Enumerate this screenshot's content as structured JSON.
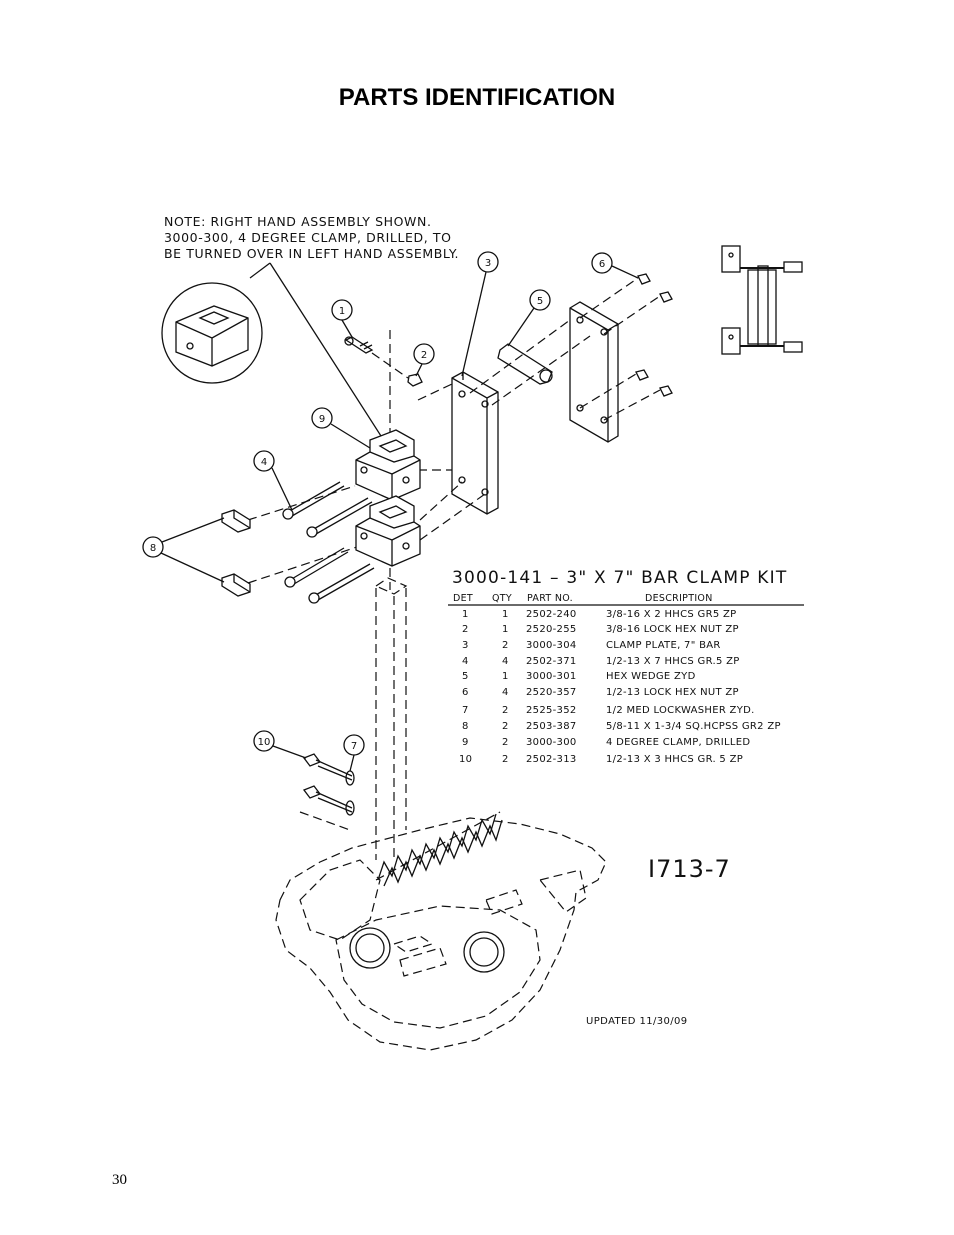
{
  "page": {
    "title": "PARTS IDENTIFICATION",
    "number": "30"
  },
  "drawing": {
    "note_lines": [
      "NOTE: RIGHT HAND ASSEMBLY SHOWN.",
      "3000-300, 4 DEGREE CLAMP, DRILLED, TO",
      "BE TURNED OVER IN LEFT HAND ASSEMBLY."
    ],
    "callouts": [
      "1",
      "2",
      "3",
      "4",
      "5",
      "6",
      "7",
      "8",
      "9",
      "10"
    ],
    "reference": "I713-7",
    "updated": "UPDATED 11/30/09"
  },
  "kit": {
    "title": "3000-141 – 3\" X 7\" BAR CLAMP KIT",
    "headers": [
      "DET",
      "QTY",
      "PART NO.",
      "DESCRIPTION"
    ],
    "rows": [
      [
        "1",
        "1",
        "2502-240",
        "3/8-16 X 2 HHCS GR5 ZP"
      ],
      [
        "2",
        "1",
        "2520-255",
        "3/8-16 LOCK HEX NUT ZP"
      ],
      [
        "3",
        "2",
        "3000-304",
        "CLAMP PLATE, 7\" BAR"
      ],
      [
        "4",
        "4",
        "2502-371",
        "1/2-13 X 7 HHCS GR.5 ZP"
      ],
      [
        "5",
        "1",
        "3000-301",
        "HEX WEDGE ZYD"
      ],
      [
        "6",
        "4",
        "2520-357",
        "1/2-13 LOCK HEX NUT ZP"
      ],
      [
        "7",
        "2",
        "2525-352",
        "1/2 MED LOCKWASHER ZYD."
      ],
      [
        "8",
        "2",
        "2503-387",
        "5/8-11 X 1-3/4 SQ.HCPSS GR2 ZP"
      ],
      [
        "9",
        "2",
        "3000-300",
        "4 DEGREE CLAMP, DRILLED"
      ],
      [
        "10",
        "2",
        "2502-313",
        "1/2-13 X 3 HHCS GR. 5 ZP"
      ]
    ]
  }
}
